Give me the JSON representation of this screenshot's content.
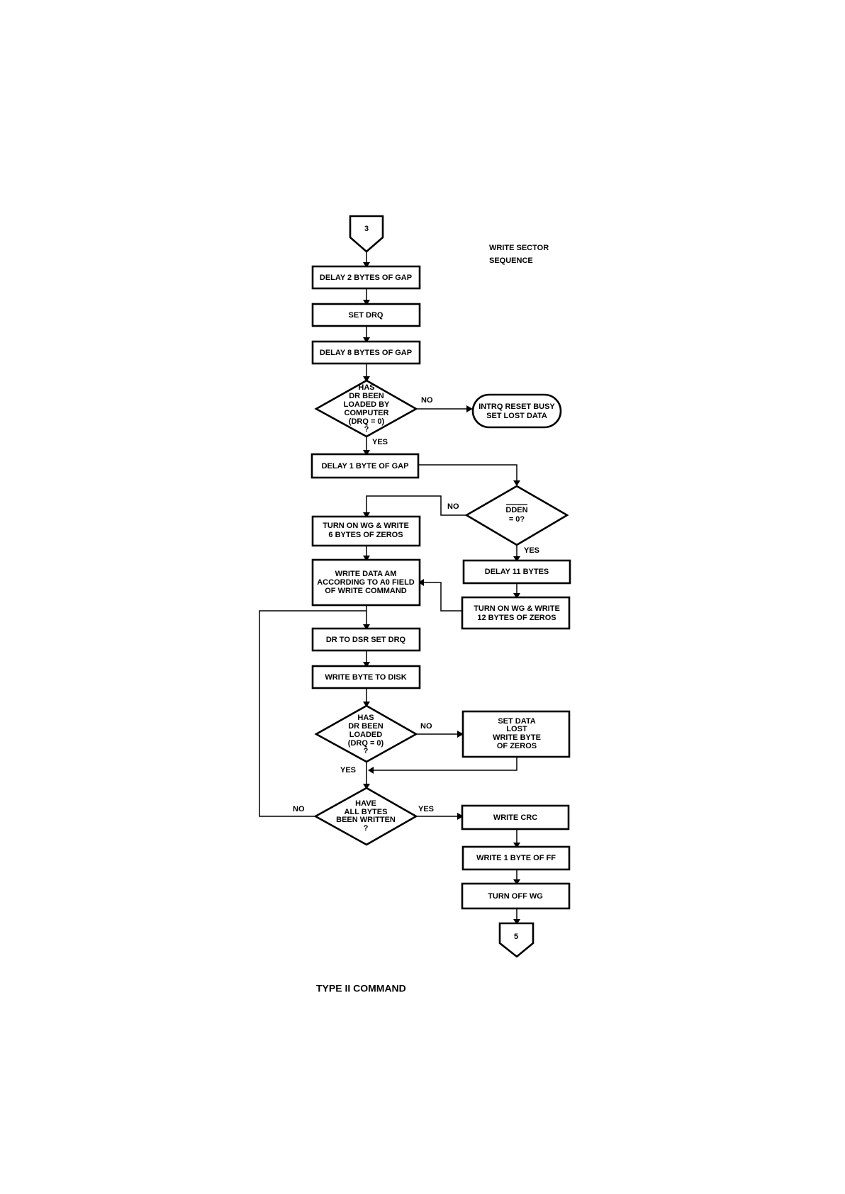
{
  "title": {
    "line1": "WRITE SECTOR",
    "line2": "SEQUENCE"
  },
  "caption": "TYPE II COMMAND",
  "connectors": {
    "entry": "3",
    "exit": "5"
  },
  "nodes": {
    "delay2": [
      "DELAY 2 BYTES OF GAP"
    ],
    "set_drq": [
      "SET DRQ"
    ],
    "delay8": [
      "DELAY 8 BYTES OF GAP"
    ],
    "has_dr_loaded_by_computer": [
      "HAS",
      "DR BEEN",
      "LOADED BY",
      "COMPUTER",
      "(DRQ = 0)",
      "?"
    ],
    "intrq_reset_busy": [
      "INTRQ RESET BUSY",
      "SET LOST DATA"
    ],
    "delay1": [
      "DELAY 1 BYTE OF GAP"
    ],
    "dden": [
      "DDEN",
      "= 0?"
    ],
    "turn_on_wg_6": [
      "TURN ON WG & WRITE",
      "6 BYTES OF ZEROS"
    ],
    "delay11": [
      "DELAY 11 BYTES"
    ],
    "write_data_am": [
      "WRITE DATA AM",
      "ACCORDING TO A0 FIELD",
      "OF WRITE COMMAND"
    ],
    "turn_on_wg_12": [
      "TURN ON WG & WRITE",
      "12 BYTES OF ZEROS"
    ],
    "dr_to_dsr": [
      "DR TO DSR SET DRQ"
    ],
    "write_byte": [
      "WRITE BYTE TO DISK"
    ],
    "has_dr_loaded": [
      "HAS",
      "DR BEEN",
      "LOADED",
      "(DRQ = 0)",
      "?"
    ],
    "set_data_lost": [
      "SET DATA",
      "LOST",
      "WRITE BYTE",
      "OF ZEROS"
    ],
    "have_all_bytes": [
      "HAVE",
      "ALL BYTES",
      "BEEN WRITTEN",
      "?"
    ],
    "write_crc": [
      "WRITE CRC"
    ],
    "write_ff": [
      "WRITE 1 BYTE OF FF"
    ],
    "turn_off_wg": [
      "TURN OFF WG"
    ]
  },
  "edge_labels": {
    "no": "NO",
    "yes": "YES"
  }
}
